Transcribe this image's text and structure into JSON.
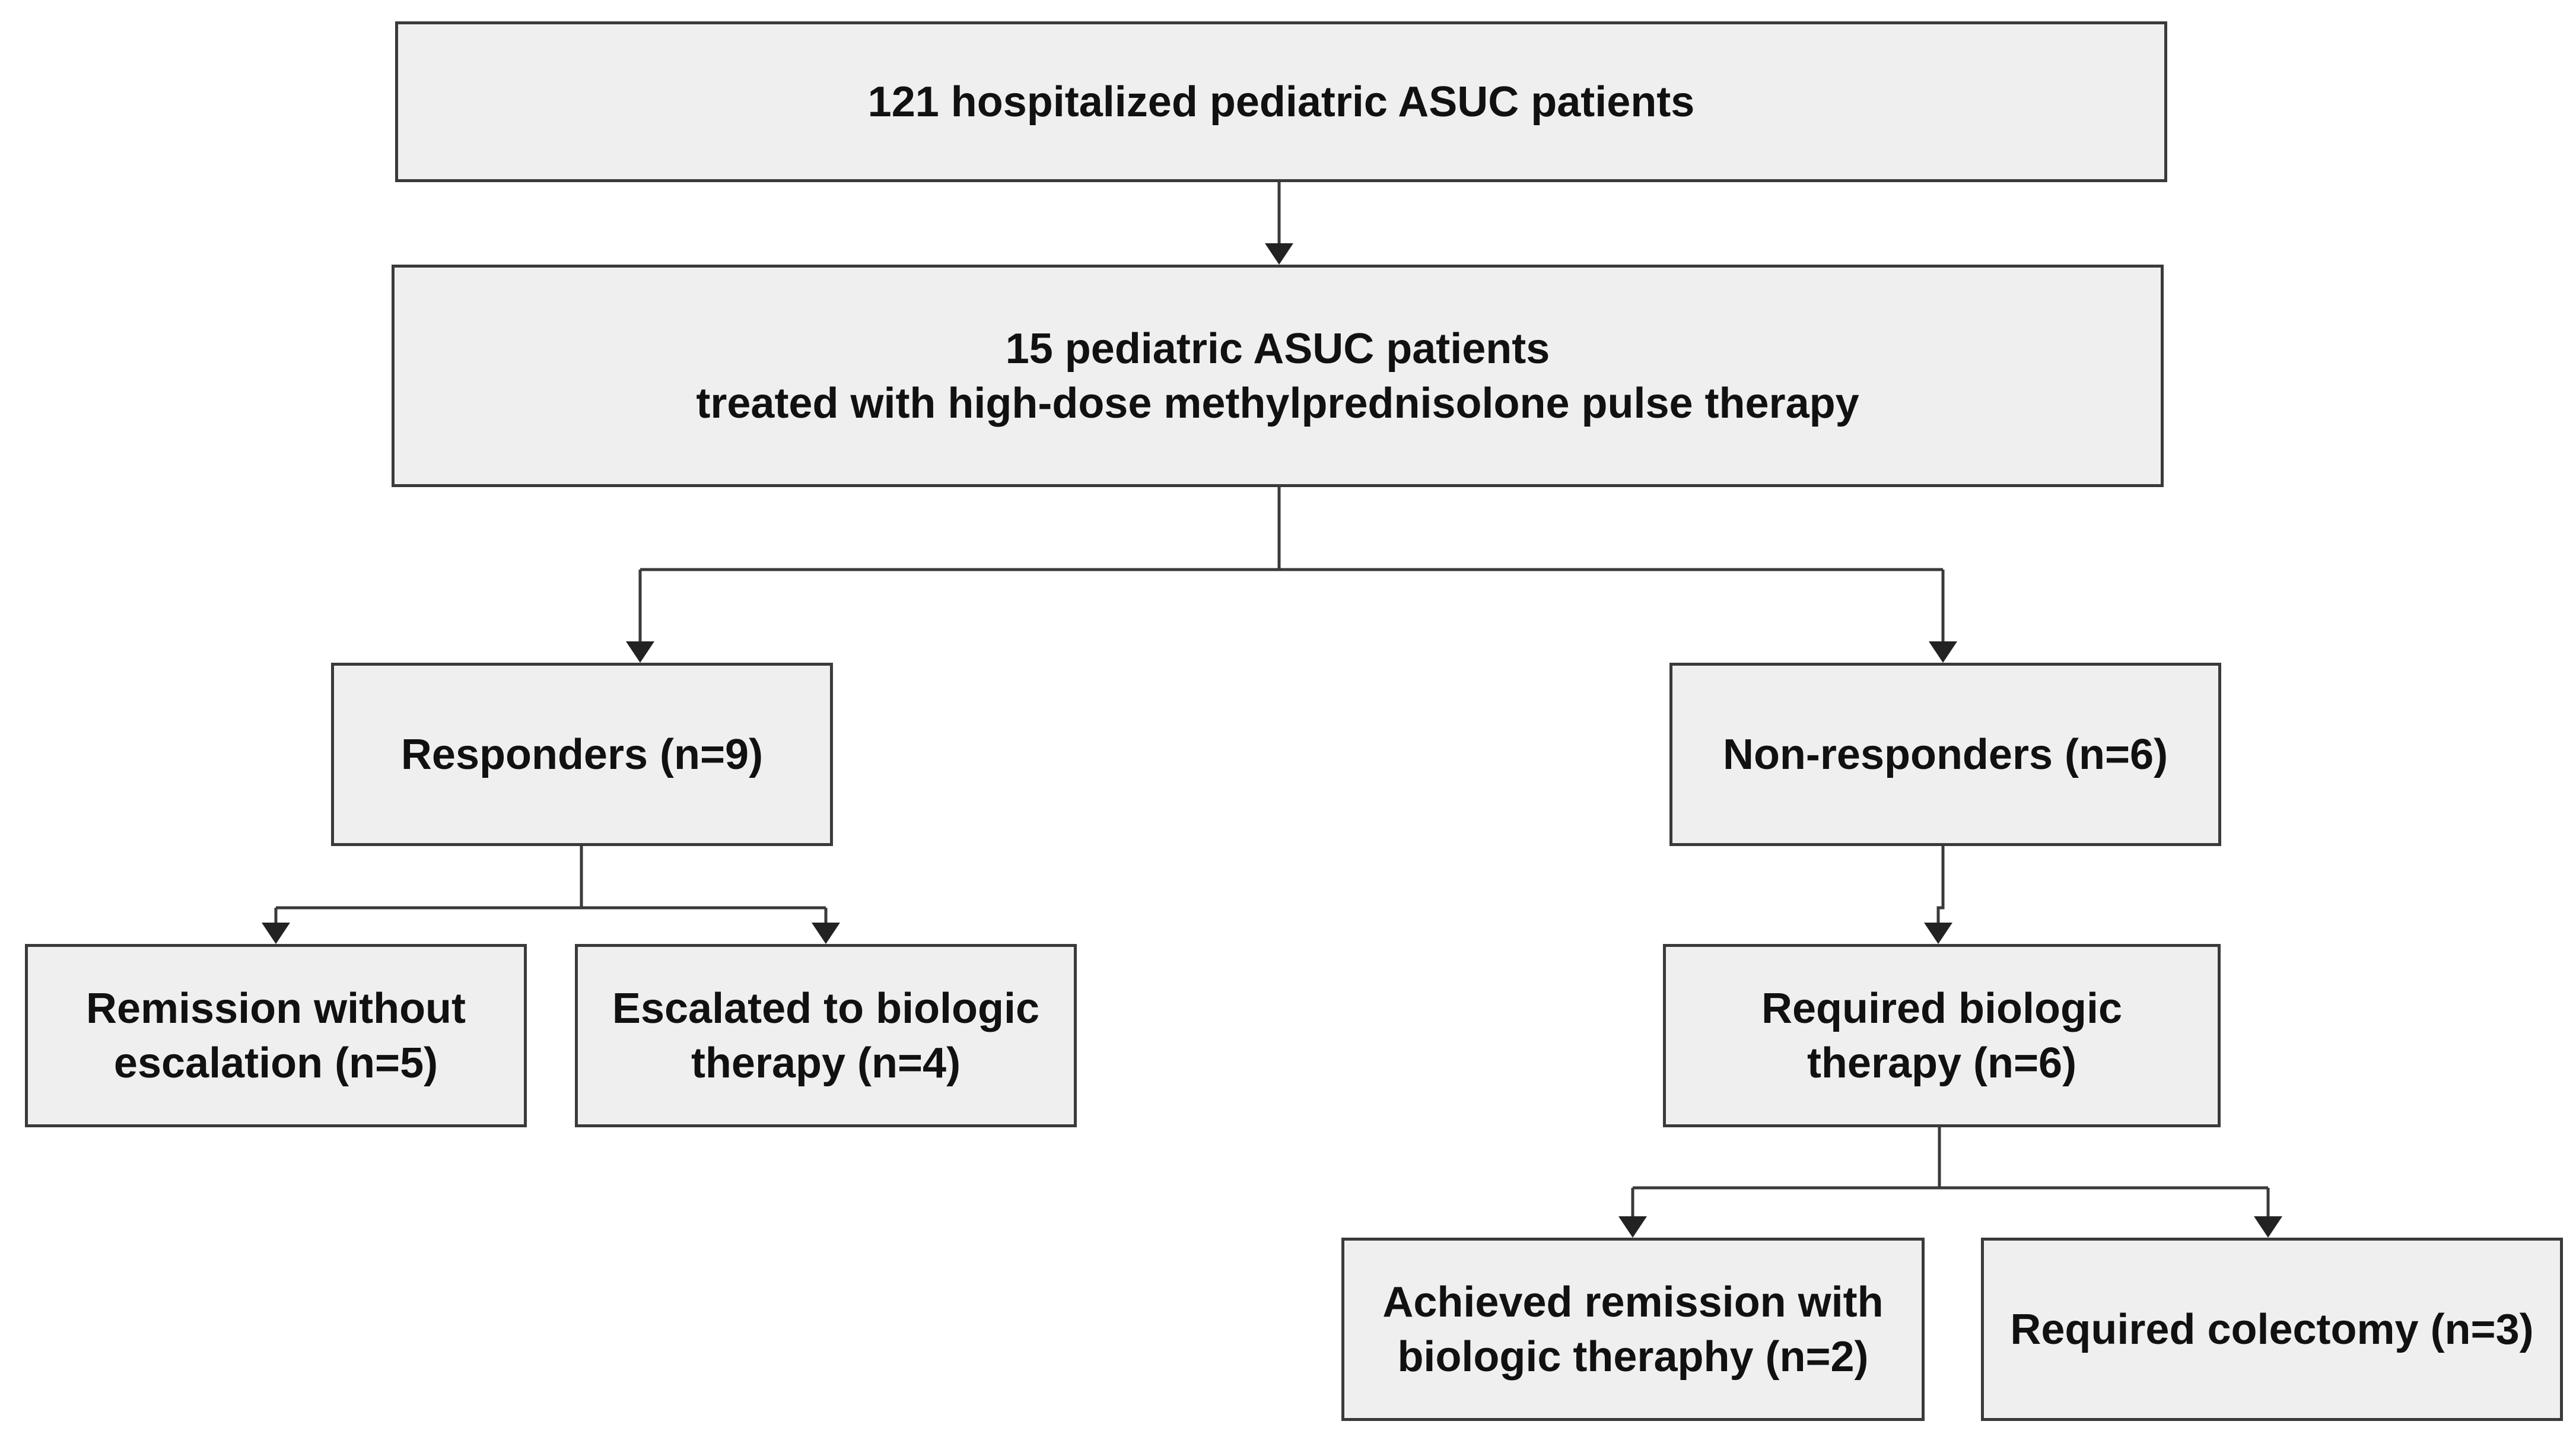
{
  "flowchart": {
    "total": {
      "lines": [
        "121 hospitalized pediatric ASUC patients"
      ]
    },
    "pulse_therapy": {
      "lines": [
        "15 pediatric ASUC patients",
        "treated with high-dose methylprednisolone pulse therapy"
      ]
    },
    "responders": {
      "lines": [
        "Responders (n=9)"
      ]
    },
    "non_responders": {
      "lines": [
        "Non-responders (n=6)"
      ]
    },
    "remission_without_escalation": {
      "lines": [
        "Remission without",
        "escalation (n=5)"
      ]
    },
    "escalated_to_biologic": {
      "lines": [
        "Escalated to biologic",
        "therapy (n=4)"
      ]
    },
    "required_biologic": {
      "lines": [
        "Required biologic",
        "therapy (n=6)"
      ]
    },
    "achieved_remission_biologic": {
      "lines": [
        "Achieved remission with",
        "biologic theraphy (n=2)"
      ]
    },
    "required_colectomy": {
      "lines": [
        "Required colectomy (n=3)"
      ]
    }
  },
  "colors": {
    "box_fill": "#efefef",
    "box_border": "#3a3a3a",
    "text": "#111111",
    "connector": "#3a3a3a"
  }
}
